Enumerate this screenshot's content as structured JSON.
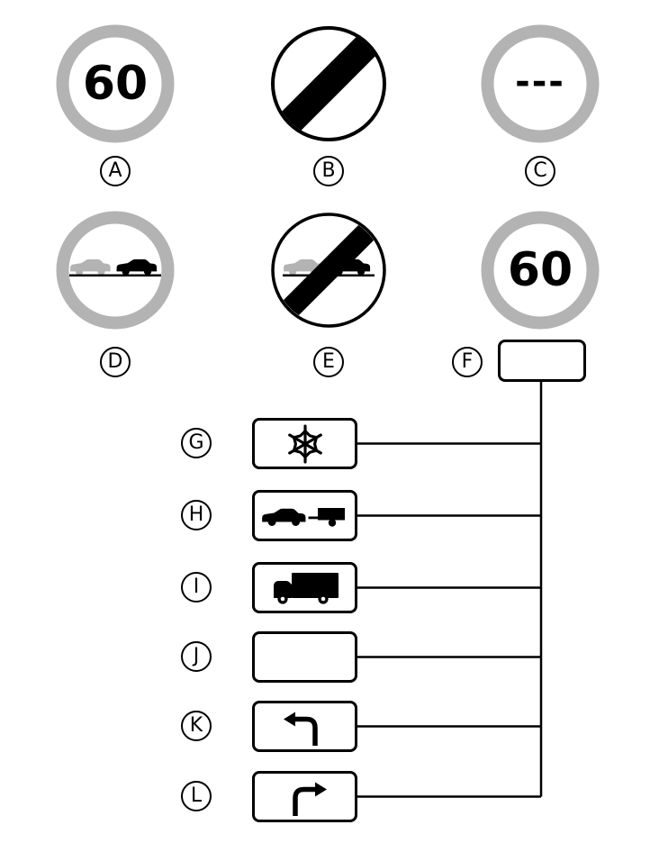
{
  "figure": {
    "background": "#ffffff",
    "colors": {
      "sign_ring_gray": "#b3b3b3",
      "sign_black": "#000000",
      "car_gray": "#b3b3b3"
    }
  },
  "signs": {
    "a": {
      "label": "A",
      "value": "60",
      "type": "speed-limit-sign"
    },
    "b": {
      "label": "B",
      "type": "end-of-all-restrictions-sign"
    },
    "c": {
      "label": "C",
      "value": "---",
      "type": "blank-sign-with-dashes"
    },
    "d": {
      "label": "D",
      "type": "no-overtaking-sign"
    },
    "e": {
      "label": "E",
      "type": "end-of-no-overtaking-sign"
    },
    "f": {
      "label": "F",
      "value": "60",
      "type": "speed-limit-sign"
    }
  },
  "plates": [
    {
      "label": "G",
      "icon": "snowflake"
    },
    {
      "label": "H",
      "icon": "car-with-trailer"
    },
    {
      "label": "I",
      "icon": "truck"
    },
    {
      "label": "J",
      "icon": "blank"
    },
    {
      "label": "K",
      "icon": "left-turn-arrow"
    },
    {
      "label": "L",
      "icon": "right-turn-arrow"
    }
  ]
}
